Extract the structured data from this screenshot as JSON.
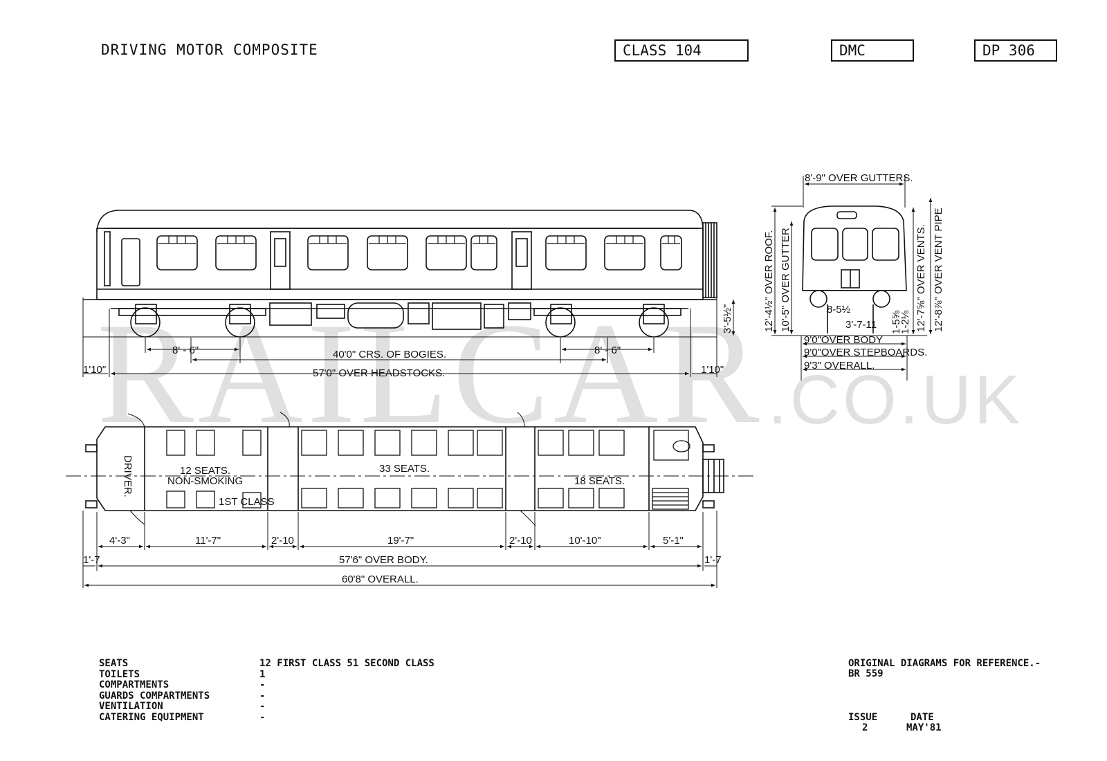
{
  "header": {
    "title": "DRIVING MOTOR COMPOSITE",
    "class": "CLASS 104",
    "type": "DMC",
    "diagram": "DP 306"
  },
  "side_view": {
    "bogie_wheelbase_left": "8' - 6\"",
    "bogie_wheelbase_right": "8' - 6\"",
    "bogie_centres": "40'0\" CRS. OF BOGIES.",
    "over_headstocks": "57'0\" OVER HEADSTOCKS.",
    "end_overhang_left": "1'10\"",
    "end_overhang_right": "1'10\"",
    "height_rail_to_floor": "3'-5½\""
  },
  "end_view": {
    "over_gutters": "8'-9\" OVER GUTTERS.",
    "over_roof": "12'-4½\" OVER ROOF.",
    "over_gutter": "10'-5\" OVER GUTTER",
    "over_vents": "12'-7⅝\" OVER VENTS.",
    "over_vent_pipe": "12'-8⅞\" OVER VENT PIPE",
    "buffer_centres": "8-5½",
    "buffer_height": "3'-7-11",
    "small_dim_a": "1-5⅝",
    "small_dim_b": "1-2⅛",
    "over_body": "9'0\"OVER BODY",
    "over_stepboards": "9'0\"OVER STEPBOARDS.",
    "overall": "9'3\" OVERALL."
  },
  "plan_view": {
    "driver_label": "DRIVER.",
    "first_seats": "12 SEATS.",
    "non_smoking": "NON-SMOKING",
    "first_class": "1ST CLASS",
    "second_seats_a": "33 SEATS.",
    "second_seats_b": "18 SEATS.",
    "segments": [
      "4'-3\"",
      "11'-7\"",
      "2'-10",
      "19'-7\"",
      "2'-10",
      "10'-10\"",
      "5'-1\""
    ],
    "end_left": "1'-7",
    "end_right": "1'-7",
    "over_body": "57'6\" OVER BODY.",
    "overall": "60'8\" OVERALL."
  },
  "watermark": {
    "main": "RAILCAR",
    "suffix": ".CO.UK"
  },
  "specs": [
    {
      "label": "SEATS",
      "value": "12 FIRST CLASS 51 SECOND CLASS"
    },
    {
      "label": "TOILETS",
      "value": "1"
    },
    {
      "label": "COMPARTMENTS",
      "value": "-"
    },
    {
      "label": "GUARDS COMPARTMENTS",
      "value": "-"
    },
    {
      "label": "VENTILATION",
      "value": "-"
    },
    {
      "label": "CATERING EQUIPMENT",
      "value": "-"
    }
  ],
  "reference": {
    "line1": "ORIGINAL DIAGRAMS FOR REFERENCE.-",
    "line2": "BR 559",
    "issue_label": "ISSUE",
    "issue_value": "2",
    "date_label": "DATE",
    "date_value": "MAY'81"
  }
}
